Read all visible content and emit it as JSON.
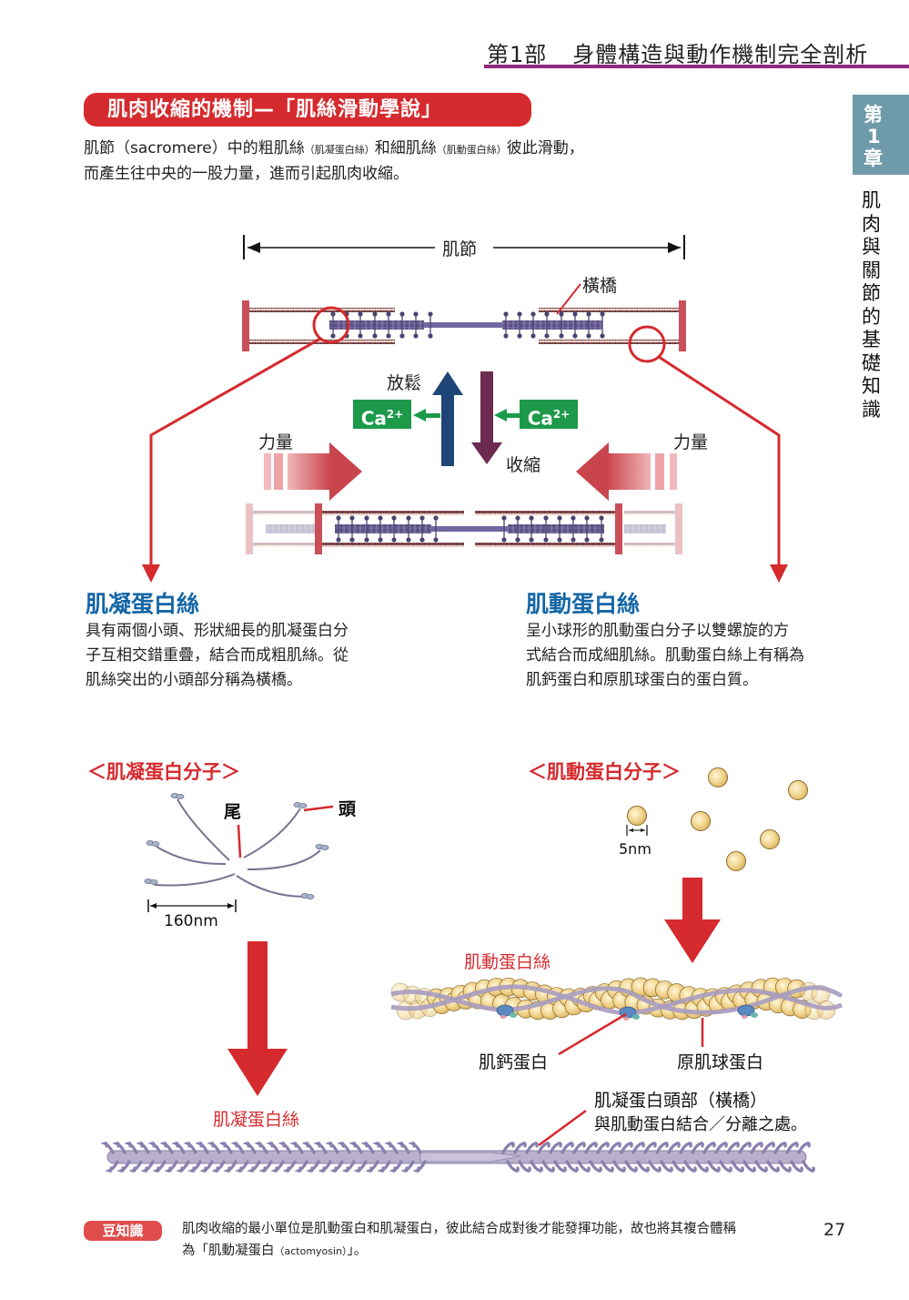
{
  "header": {
    "part": "第1部",
    "title": "身體構造與動作機制完全剖析"
  },
  "side_tab": {
    "chapter": [
      "第",
      "1",
      "章"
    ],
    "chapter_title": [
      "肌",
      "肉",
      "與",
      "關",
      "節",
      "的",
      "基",
      "礎",
      "知",
      "識"
    ]
  },
  "section": {
    "title": "肌肉收縮的機制—「肌絲滑動學說」",
    "intro_line1_a": "肌節（sacromere）中的粗肌絲",
    "intro_line1_b": "（肌凝蛋白絲）",
    "intro_line1_c": "和細肌絲",
    "intro_line1_d": "（肌動蛋白絲）",
    "intro_line1_e": "彼此滑動，",
    "intro_line2": "而產生往中央的一股力量，進而引起肌肉收縮。"
  },
  "sarcomere_diagram": {
    "sarcomere_label": "肌節",
    "cross_bridge_label": "橫橋",
    "relax_label": "放鬆",
    "contract_label": "收縮",
    "calcium_label": "Ca",
    "calcium_charge": "2+",
    "force_left": "力量",
    "force_right": "力量",
    "colors": {
      "accent_red": "#d52a2e",
      "relax_arrow": "#1f4577",
      "contract_arrow": "#6b2a4e",
      "calcium_green": "#1c9a4a",
      "z_line": "#c9505a",
      "myosin": "#6a5f8e"
    }
  },
  "myosin_filament_box": {
    "heading": "肌凝蛋白絲",
    "lines": [
      "具有兩個小頭、形狀細長的肌凝蛋白分",
      "子互相交錯重疊，結合而成粗肌絲。從",
      "肌絲突出的小頭部分稱為橫橋。"
    ]
  },
  "actin_filament_box": {
    "heading": "肌動蛋白絲",
    "lines": [
      "呈小球形的肌動蛋白分子以雙螺旋的方",
      "式結合而成細肌絲。肌動蛋白絲上有稱為",
      "肌鈣蛋白和原肌球蛋白的蛋白質。"
    ]
  },
  "myosin_molecule": {
    "heading": "＜肌凝蛋白分子＞",
    "tail_label": "尾",
    "head_label": "頭",
    "scale_label": "160nm",
    "result_label": "肌凝蛋白絲"
  },
  "actin_molecule": {
    "heading": "＜肌動蛋白分子＞",
    "scale_label": "5nm",
    "result_label": "肌動蛋白絲",
    "troponin_label": "肌鈣蛋白",
    "tropomyosin_label": "原肌球蛋白",
    "myosin_head_label_line1": "肌凝蛋白頭部（橫橋）",
    "myosin_head_label_line2": "與肌動蛋白結合／分離之處。"
  },
  "footnote": {
    "badge": "豆知識",
    "line1": "肌肉收縮的最小單位是肌動蛋白和肌凝蛋白，彼此結合成對後才能發揮功能，故也將其複合體稱",
    "line2_a": "為「肌動凝蛋白",
    "line2_b": "（actomyosin）",
    "line2_c": "」。",
    "page_number": "27"
  }
}
